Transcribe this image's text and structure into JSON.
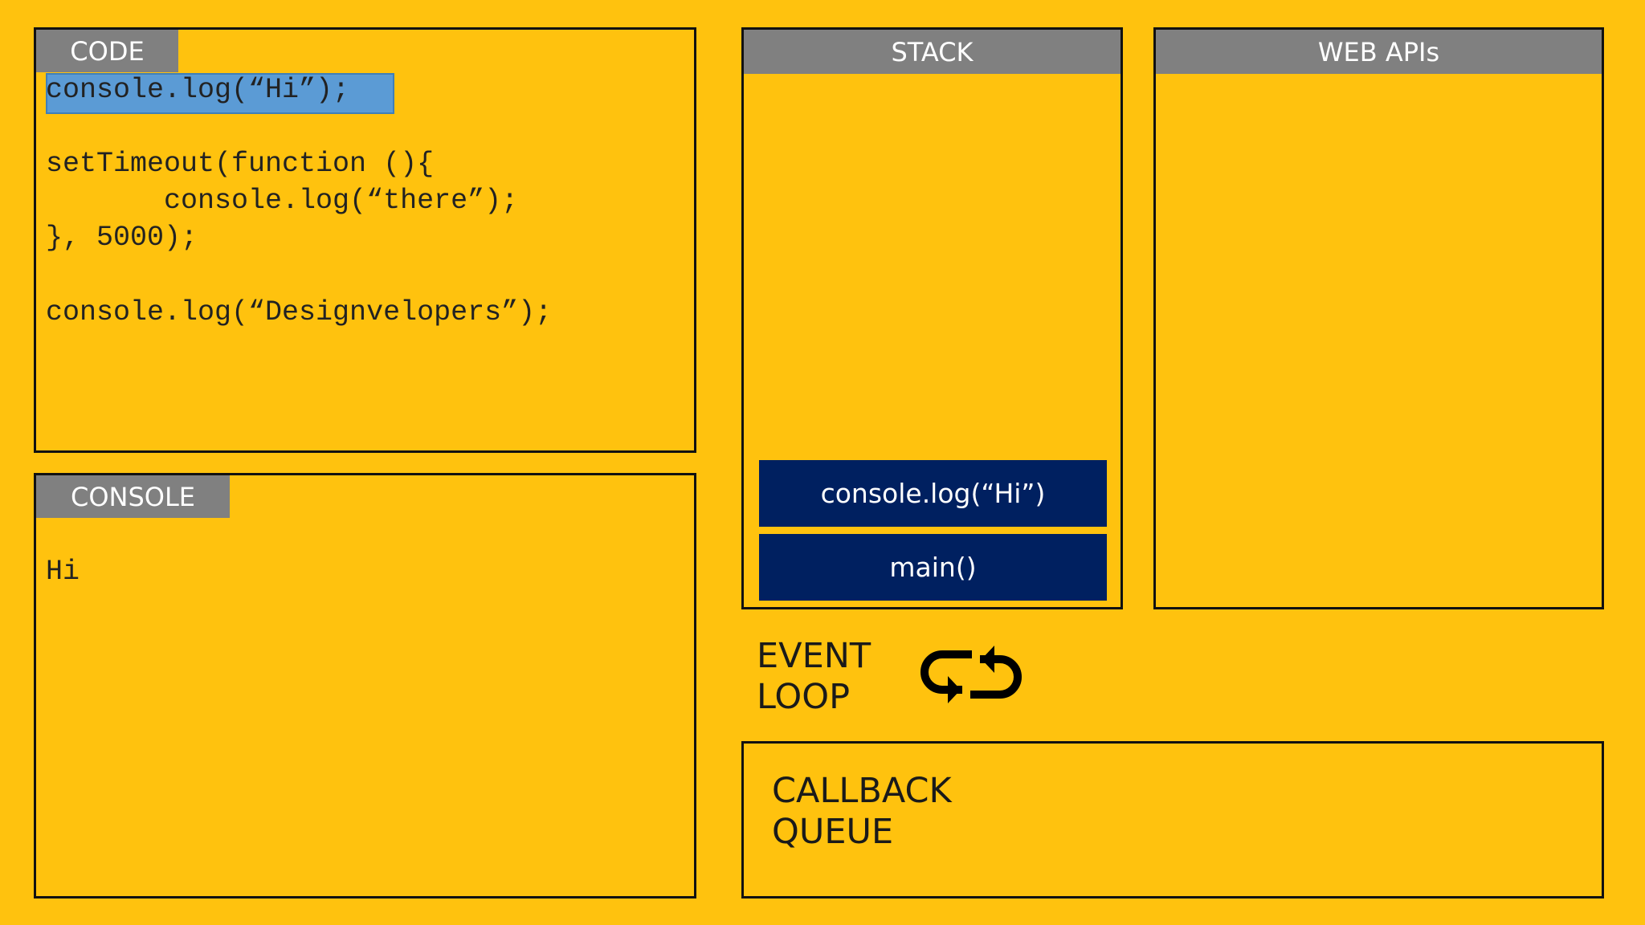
{
  "code_panel": {
    "tab_label": "CODE",
    "lines": [
      "console.log(“Hi”);",
      "setTimeout(function (){",
      "       console.log(“there”);",
      "}, 5000);",
      "console.log(“Designvelopers”);"
    ]
  },
  "console_panel": {
    "tab_label": "CONSOLE",
    "output": [
      "Hi"
    ]
  },
  "stack_panel": {
    "tab_label": "STACK",
    "frames": [
      "console.log(“Hi”)",
      "main()"
    ]
  },
  "web_apis_panel": {
    "tab_label": "WEB APIs"
  },
  "event_loop": {
    "line1": "EVENT",
    "line2": "LOOP",
    "icon": "loop-arrows-icon"
  },
  "callback_queue": {
    "line1": "CALLBACK",
    "line2": "QUEUE"
  },
  "colors": {
    "background": "#FFC20E",
    "tab_gray": "#808080",
    "stack_frame": "#002060",
    "highlight": "#5B9BD5"
  }
}
